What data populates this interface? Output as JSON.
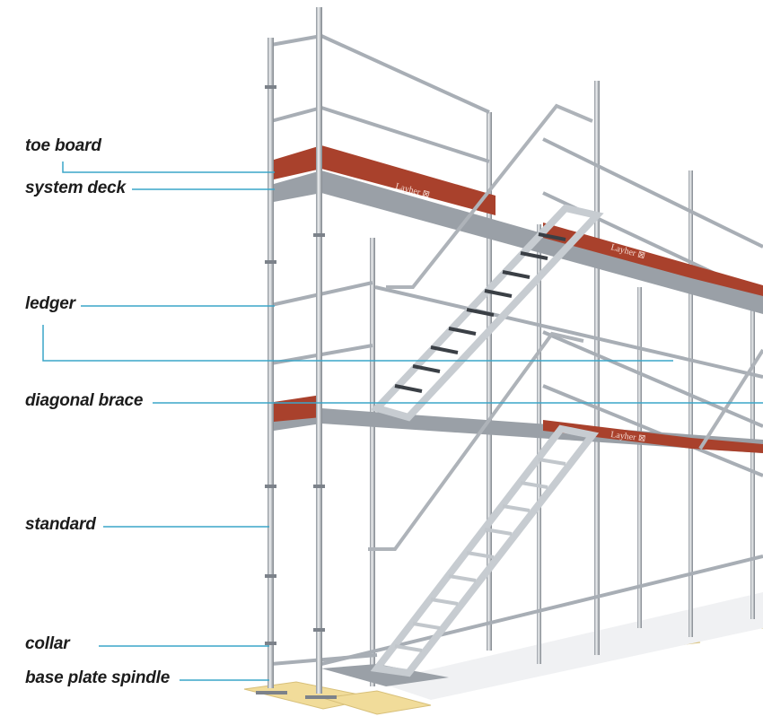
{
  "labels": {
    "toe_board": "toe board",
    "system_deck": "system deck",
    "ledger": "ledger",
    "diagonal_brace": "diagonal brace",
    "standard": "standard",
    "collar": "collar",
    "base_plate_spindle": "base plate spindle"
  },
  "brand": "Layher",
  "colors": {
    "leader_line": "#3aa6c8",
    "toe_board": "#a9412c",
    "steel": "#b9bec4",
    "base_pad": "#f1dc9a"
  }
}
